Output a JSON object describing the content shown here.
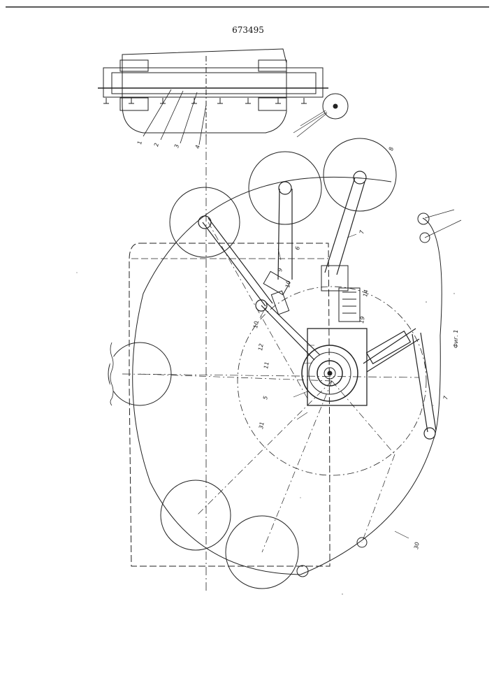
{
  "header": {
    "patent_number": "673495"
  },
  "figure": {
    "caption": "Фиг. 1"
  },
  "callouts": {
    "n1": "1",
    "n2": "2",
    "n3": "3",
    "n4": "4",
    "n5": "5",
    "n6": "6",
    "n7": "7",
    "n7b": "7",
    "n8": "8",
    "n9": "9",
    "n10a": "10",
    "n10b": "10",
    "n11": "11",
    "n12": "12",
    "n14": "14",
    "n19": "19",
    "n30": "30",
    "n31": "31"
  }
}
